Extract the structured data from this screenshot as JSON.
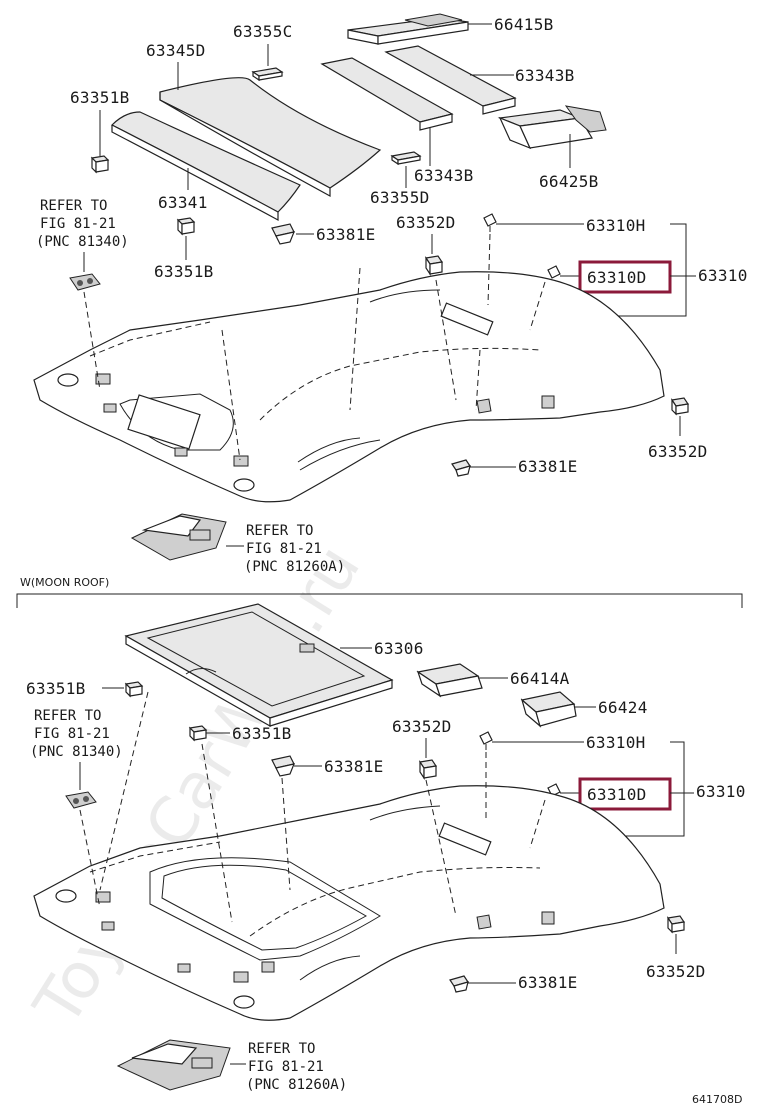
{
  "watermark": "ToyotaCarWire.ru",
  "figure_number": "641708D",
  "section_label": "W(MOON ROOF)",
  "top": {
    "labels": {
      "p66415B": "66415B",
      "p63355C": "63355C",
      "p63345D": "63345D",
      "p63343B_a": "63343B",
      "p63351B_a": "63351B",
      "p66425B": "66425B",
      "p63343B_b": "63343B",
      "p63341": "63341",
      "p63355D": "63355D",
      "p63352D_a": "63352D",
      "p63310H": "63310H",
      "p63381E_a": "63381E",
      "p63310D": "63310D",
      "p63310": "63310",
      "p63351B_b": "63351B",
      "p63352D_b": "63352D",
      "p63381E_b": "63381E"
    },
    "refer1": [
      "REFER TO",
      "FIG 81-21",
      "(PNC 81340)"
    ],
    "refer2": [
      "REFER TO",
      "FIG 81-21",
      "(PNC 81260A)"
    ]
  },
  "bottom": {
    "labels": {
      "p63306": "63306",
      "p63351B_a": "63351B",
      "p66414A": "66414A",
      "p66424": "66424",
      "p63351B_b": "63351B",
      "p63352D_a": "63352D",
      "p63310H": "63310H",
      "p63381E_a": "63381E",
      "p63310D": "63310D",
      "p63310": "63310",
      "p63352D_b": "63352D",
      "p63381E_b": "63381E"
    },
    "refer1": [
      "REFER TO",
      "FIG 81-21",
      "(PNC 81340)"
    ],
    "refer2": [
      "REFER TO",
      "FIG 81-21",
      "(PNC 81260A)"
    ]
  },
  "highlight_color": "#8b1a3a"
}
